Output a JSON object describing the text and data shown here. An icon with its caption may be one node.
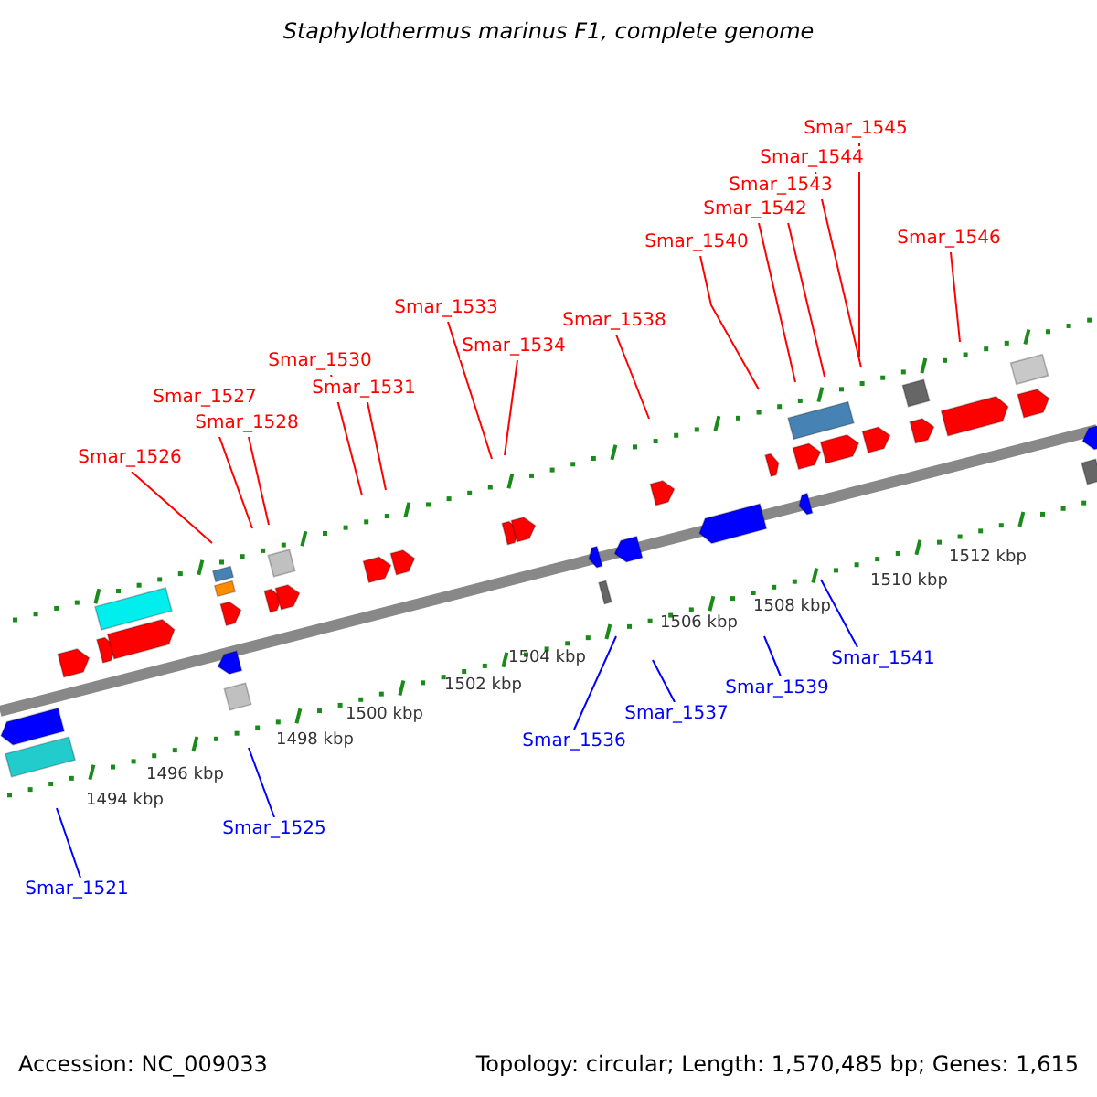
{
  "diagram": {
    "title": "Staphylothermus marinus F1, complete genome",
    "nodes": [
      {
        "text": [
          "Smar_1545"
        ]
      },
      {
        "text": [
          "Smar_1544"
        ]
      },
      {
        "text": [
          "Smar_1543"
        ]
      },
      {
        "text": [
          "Smar_1542"
        ]
      },
      {
        "text": [
          "Smar_1546"
        ]
      },
      {
        "text": [
          "Smar_1540"
        ]
      },
      {
        "text": [
          "Smar_1533"
        ]
      },
      {
        "text": [
          "Smar_1538"
        ]
      },
      {
        "text": [
          "Smar_1534"
        ]
      },
      {
        "text": [
          "Smar_1530"
        ]
      },
      {
        "text": [
          "Smar_1531"
        ]
      },
      {
        "text": [
          "Smar_1527"
        ]
      },
      {
        "text": [
          "Smar_1528"
        ]
      },
      {
        "text": [
          "Smar_1526"
        ]
      },
      {
        "text": [
          "Smar_1541"
        ]
      },
      {
        "text": [
          "Smar_1539"
        ]
      },
      {
        "text": [
          "Smar_1537"
        ]
      },
      {
        "text": [
          "Smar_1536"
        ]
      },
      {
        "text": [
          "Smar_1525"
        ]
      },
      {
        "text": [
          "Smar_1521"
        ]
      }
    ],
    "edges": [
      {
        "from": 0,
        "to": null,
        "arrow": "none"
      },
      {
        "from": 1,
        "to": null,
        "arrow": "none"
      },
      {
        "from": 2,
        "to": null,
        "arrow": "none"
      },
      {
        "from": 3,
        "to": null,
        "arrow": "none"
      },
      {
        "from": 4,
        "to": null,
        "arrow": "none"
      },
      {
        "from": 5,
        "to": null,
        "arrow": "none"
      },
      {
        "from": 6,
        "to": null,
        "arrow": "none"
      },
      {
        "from": 7,
        "to": null,
        "arrow": "none"
      },
      {
        "from": 8,
        "to": null,
        "arrow": "none"
      },
      {
        "from": 9,
        "to": null,
        "arrow": "none"
      },
      {
        "from": 10,
        "to": null,
        "arrow": "none"
      },
      {
        "from": 11,
        "to": null,
        "arrow": "none"
      },
      {
        "from": 12,
        "to": null,
        "arrow": "none"
      },
      {
        "from": 13,
        "to": null,
        "arrow": "none"
      },
      {
        "from": 14,
        "to": null,
        "arrow": "none",
        "color": "#0000ff"
      },
      {
        "from": 15,
        "to": null,
        "arrow": "none",
        "color": "#0000ff"
      },
      {
        "from": 16,
        "to": null,
        "arrow": "none",
        "color": "#0000ff"
      },
      {
        "from": 17,
        "to": null,
        "arrow": "none",
        "color": "#0000ff"
      },
      {
        "from": 18,
        "to": null,
        "arrow": "none",
        "color": "#0000ff"
      },
      {
        "from": 19,
        "to": null,
        "arrow": "none",
        "color": "#0000ff"
      }
    ],
    "labels": [
      "1512 kbp",
      "1510 kbp",
      "1508 kbp",
      "1506 kbp",
      "1504 kbp",
      "1502 kbp",
      "1500 kbp",
      "1498 kbp",
      "1496 kbp",
      "1494 kbp",
      "Accession: NC_009033",
      "Topology: circular; Length: 1,570,485 bp; Genes: 1,615"
    ]
  }
}
